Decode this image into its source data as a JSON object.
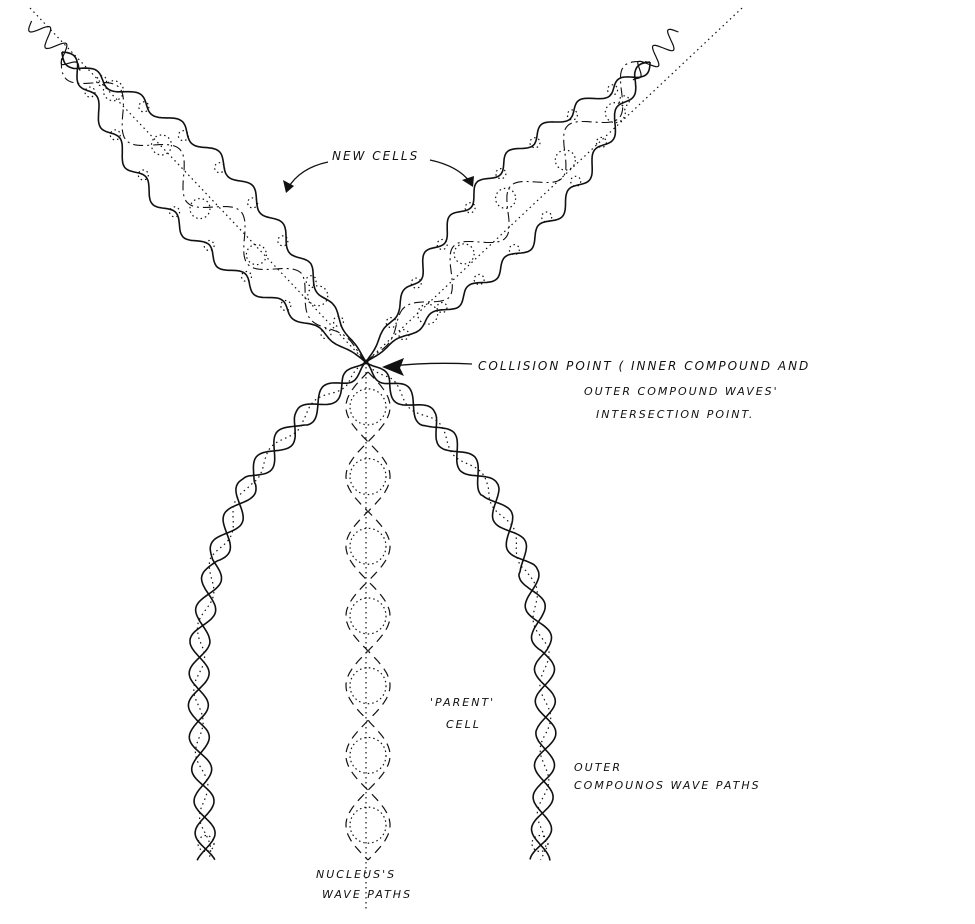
{
  "labels": {
    "new_cells": "NEW CELLS",
    "collision_line1": "COLLISION  POINT ( INNER COMPOUND  AND",
    "collision_line2": "OUTER COMPOUND WAVES'",
    "collision_line3": "INTERSECTION  POINT.",
    "parent_line1": "'PARENT'",
    "parent_line2": "CELL",
    "outer_line1": "OUTER",
    "outer_line2": "COMPOUNOS  WAVE  PATHS",
    "nucleus_line1": "NUCLEUS'S",
    "nucleus_line2": "WAVE PATHS"
  },
  "colors": {
    "ink": "#111111",
    "background": "#ffffff"
  }
}
